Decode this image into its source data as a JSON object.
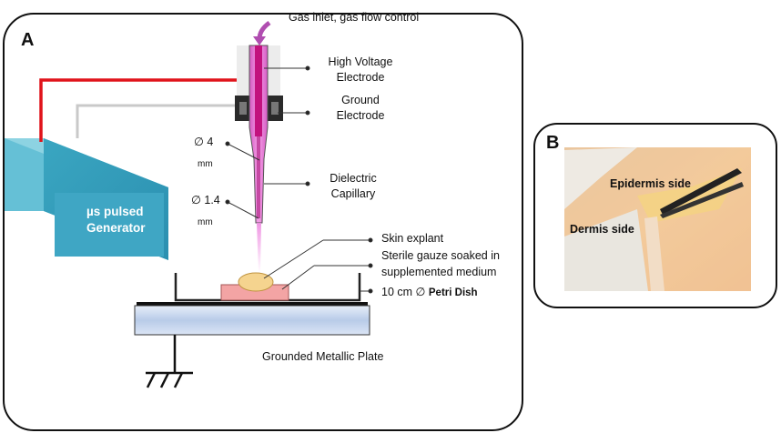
{
  "panel_a": {
    "letter": "A",
    "labels": {
      "gas_inlet": "Gas inlet, gas flow control",
      "hv_electrode_l1": "High Voltage",
      "hv_electrode_l2": "Electrode",
      "ground_electrode_l1": "Ground",
      "ground_electrode_l2": "Electrode",
      "dielectric_l1": "Dielectric",
      "dielectric_l2": "Capillary",
      "diameter_4": "∅ 4",
      "diameter_4_unit": "mm",
      "diameter_14": "∅ 1.4",
      "diameter_14_unit": "mm",
      "generator_l1": "µs pulsed",
      "generator_l2": "Generator",
      "skin_explant": "Skin explant",
      "gauze_l1": "Sterile gauze soaked in",
      "gauze_l2": "supplemented medium",
      "petri_size": "10 cm ∅",
      "petri_name": "Petri Dish",
      "plate": "Grounded Metallic Plate"
    }
  },
  "panel_b": {
    "letter": "B",
    "labels": {
      "epidermis": "Epidermis side",
      "dermis": "Dermis side"
    }
  },
  "colors": {
    "hv_wire": "#e0141b",
    "ground_wire": "#c8c8c8",
    "capillary": "#e86fd3",
    "generator_front": "#4fb6cf",
    "generator_top": "#8bd3e3",
    "gauze": "#f2a9a9",
    "explant": "#f5d28e",
    "plate": "#c9d8ee",
    "arrow": "#b04db0",
    "skin": "#f3c79a"
  }
}
